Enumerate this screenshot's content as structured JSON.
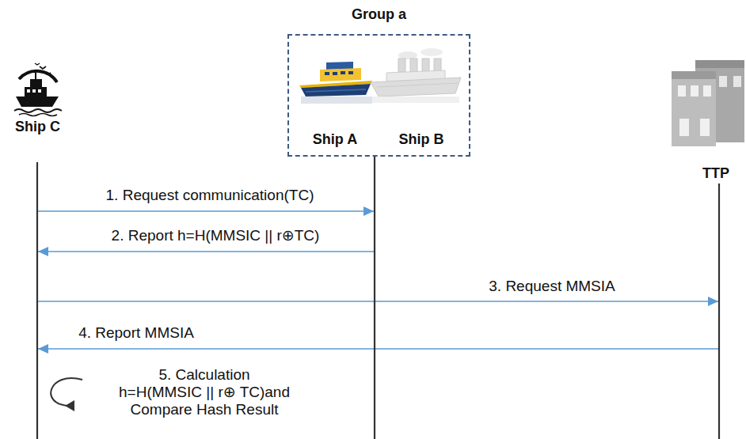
{
  "diagram": {
    "nodes": [
      {
        "text": [
          "Ship C"
        ]
      },
      {
        "text": [
          "Group a"
        ]
      },
      {
        "text": [
          "Ship A"
        ],
        "in": 1
      },
      {
        "text": [
          "Ship B"
        ],
        "in": 1
      },
      {
        "text": [
          "TTP"
        ]
      }
    ],
    "edges": [
      {
        "from": 0,
        "to": 1,
        "label": "1. Request communication(TC)",
        "arrow": "to"
      },
      {
        "from": 1,
        "to": 0,
        "label": "2. Report h=H(MMSIC || r⊕TC)",
        "arrow": "to"
      },
      {
        "from": 0,
        "to": 4,
        "label": "3. Request MMSIA",
        "arrow": "to"
      },
      {
        "from": 4,
        "to": 0,
        "label": "4. Report MMSIA",
        "arrow": "to"
      }
    ],
    "labels": [
      "5. Calculation h=H(MMSIC || r⊕ TC)and Compare Hash Result"
    ]
  }
}
